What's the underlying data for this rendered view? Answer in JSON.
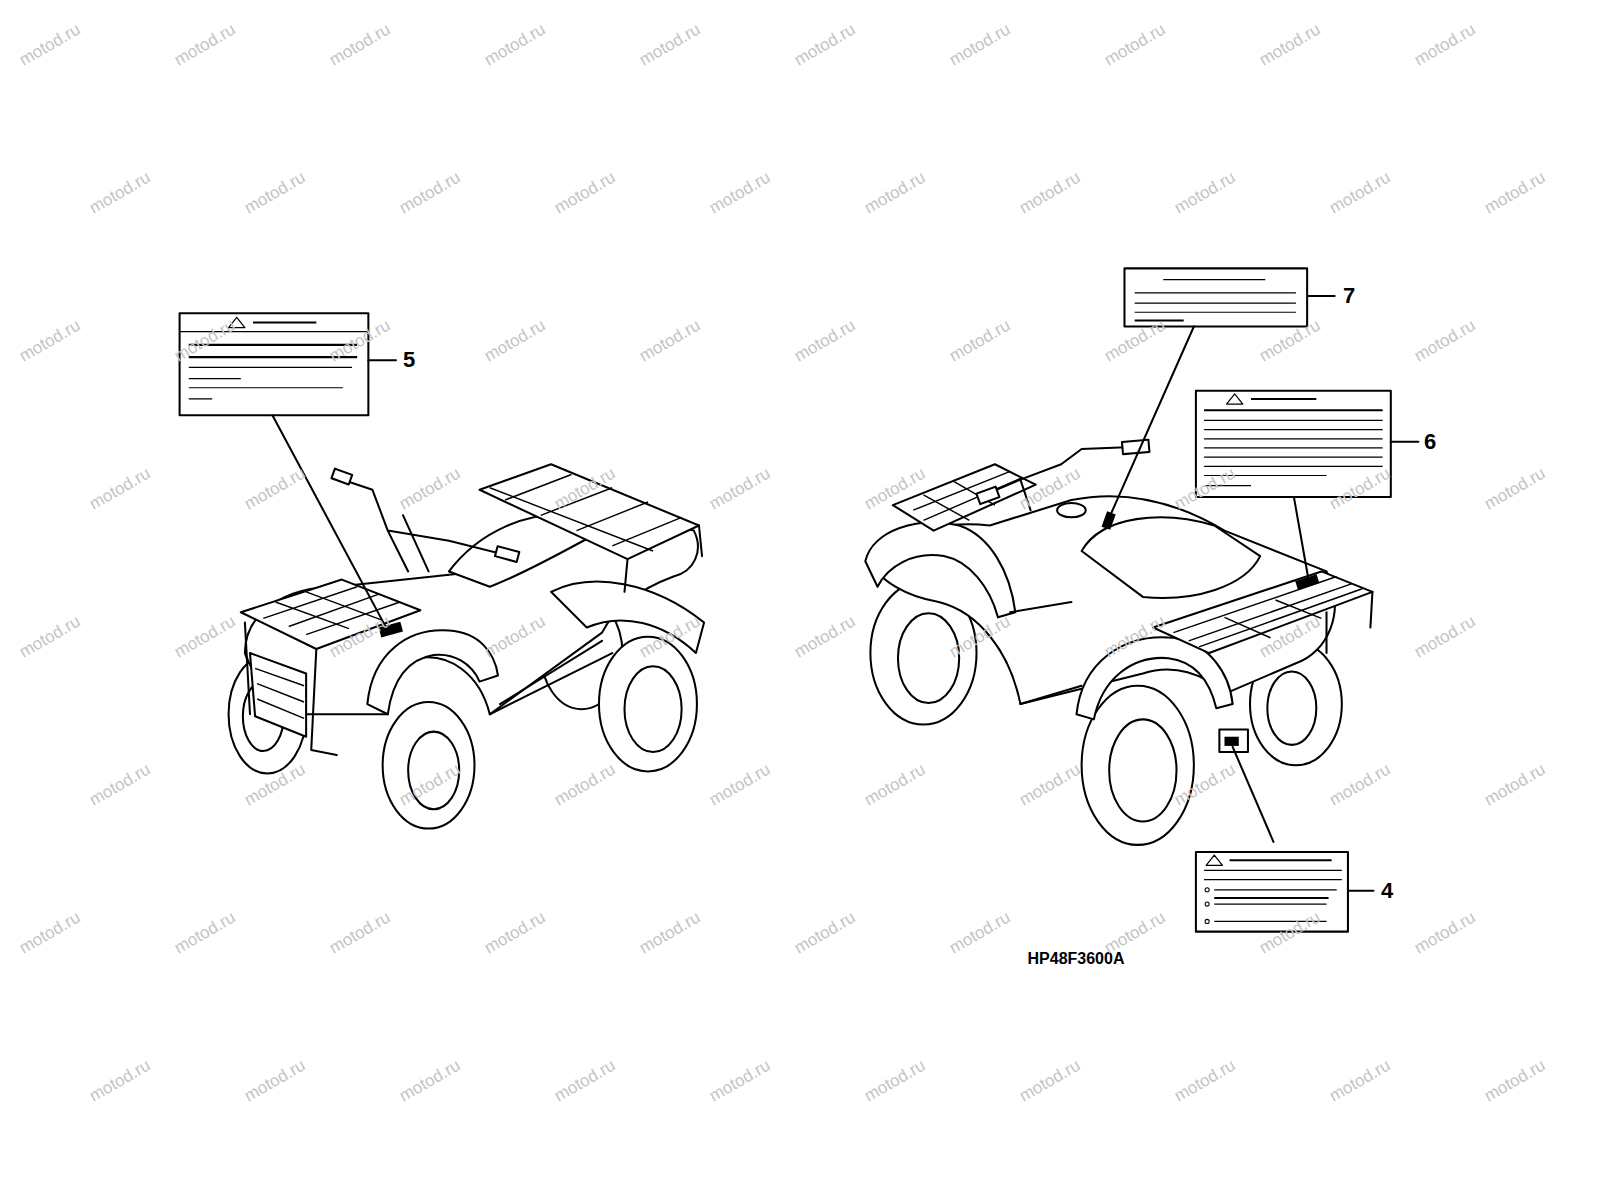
{
  "diagram": {
    "labels": [
      "5",
      "7",
      "6",
      "4",
      "HP48F3600A",
      "motod.ru",
      "motod.ru",
      "motod.ru",
      "motod.ru",
      "motod.ru",
      "motod.ru",
      "motod.ru",
      "motod.ru",
      "motod.ru",
      "motod.ru",
      "motod.ru",
      "motod.ru",
      "motod.ru",
      "motod.ru",
      "motod.ru",
      "motod.ru",
      "motod.ru",
      "motod.ru",
      "motod.ru",
      "motod.ru",
      "motod.ru",
      "motod.ru",
      "motod.ru",
      "motod.ru",
      "motod.ru",
      "motod.ru",
      "motod.ru",
      "motod.ru",
      "motod.ru",
      "motod.ru",
      "motod.ru",
      "motod.ru",
      "motod.ru",
      "motod.ru",
      "motod.ru",
      "motod.ru",
      "motod.ru",
      "motod.ru",
      "motod.ru",
      "motod.ru",
      "motod.ru",
      "motod.ru",
      "motod.ru",
      "motod.ru",
      "motod.ru",
      "motod.ru",
      "motod.ru",
      "motod.ru",
      "motod.ru",
      "motod.ru",
      "motod.ru",
      "motod.ru",
      "motod.ru",
      "motod.ru",
      "motod.ru",
      "motod.ru",
      "motod.ru",
      "motod.ru",
      "motod.ru",
      "motod.ru",
      "motod.ru",
      "motod.ru",
      "motod.ru",
      "motod.ru",
      "motod.ru",
      "motod.ru",
      "motod.ru",
      "motod.ru",
      "motod.ru",
      "motod.ru",
      "motod.ru",
      "motod.ru",
      "motod.ru",
      "motod.ru",
      "motod.ru",
      "motod.ru",
      "motod.ru",
      "motod.ru",
      "motod.ru",
      "motod.ru"
    ]
  }
}
